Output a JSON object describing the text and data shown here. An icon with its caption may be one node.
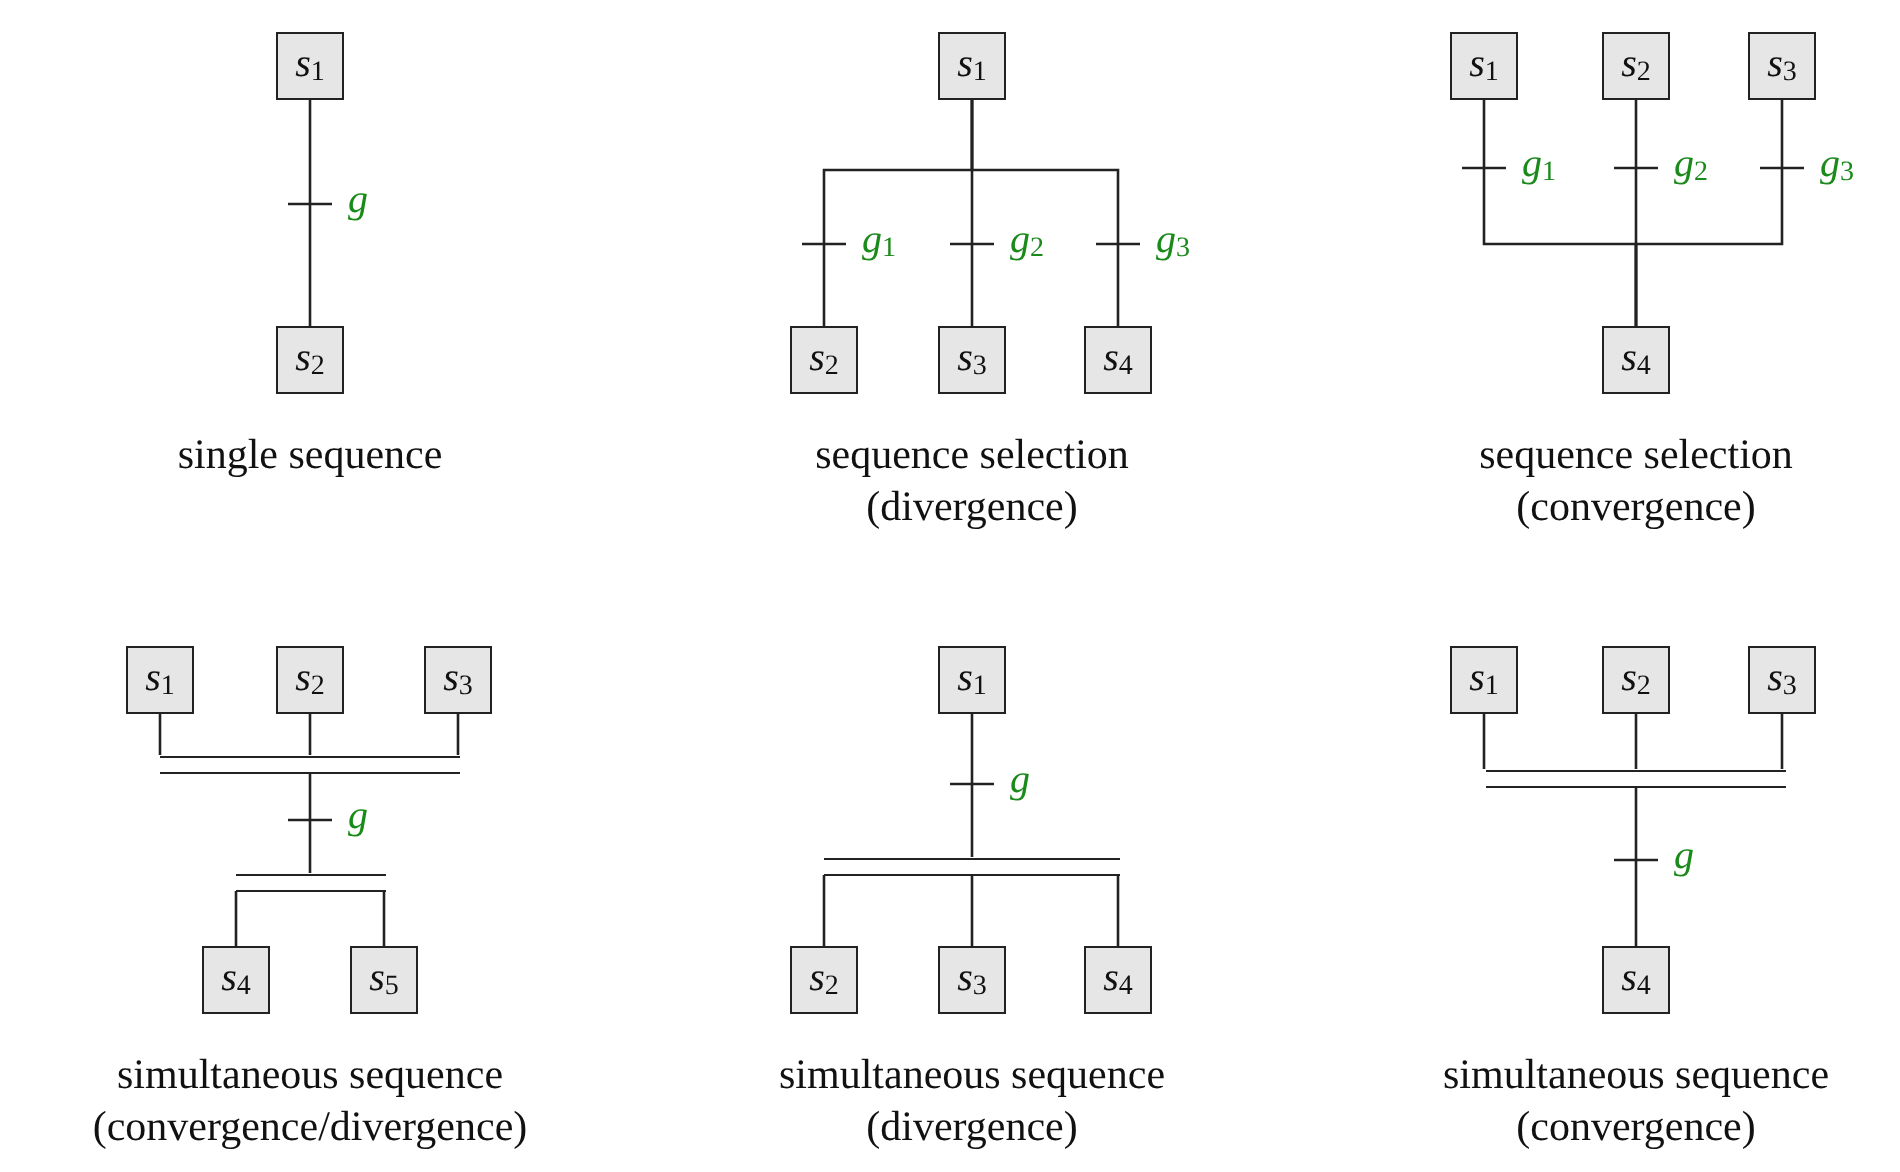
{
  "diagram": {
    "nodes": [
      {
        "text": [
          "*s*$_{1}$"
        ]
      },
      {
        "text": [
          "*s*$_{2}$"
        ]
      },
      {
        "text": [
          "*s*$_{1}$"
        ]
      },
      {
        "text": [
          "*s*$_{2}$"
        ]
      },
      {
        "text": [
          "*s*$_{3}$"
        ]
      },
      {
        "text": [
          "*s*$_{4}$"
        ]
      },
      {
        "text": [
          "*s*$_{1}$"
        ]
      },
      {
        "text": [
          "*s*$_{2}$"
        ]
      },
      {
        "text": [
          "*s*$_{3}$"
        ]
      },
      {
        "text": [
          "*s*$_{4}$"
        ]
      },
      {
        "text": [
          "*s*$_{1}$"
        ]
      },
      {
        "text": [
          "*s*$_{2}$"
        ]
      },
      {
        "text": [
          "*s*$_{3}$"
        ]
      },
      {
        "text": [],
        "shape": "bar"
      },
      {
        "text": [],
        "shape": "bar"
      },
      {
        "text": [
          "*s*$_{4}$"
        ]
      },
      {
        "text": [
          "*s*$_{5}$"
        ]
      },
      {
        "text": [
          "*s*$_{1}$"
        ]
      },
      {
        "text": [],
        "shape": "bar"
      },
      {
        "text": [
          "*s*$_{2}$"
        ]
      },
      {
        "text": [
          "*s*$_{3}$"
        ]
      },
      {
        "text": [
          "*s*$_{4}$"
        ]
      },
      {
        "text": [
          "*s*$_{1}$"
        ]
      },
      {
        "text": [
          "*s*$_{2}$"
        ]
      },
      {
        "text": [
          "*s*$_{3}$"
        ]
      },
      {
        "text": [],
        "shape": "bar"
      },
      {
        "text": [
          "*s*$_{4}$"
        ]
      }
    ],
    "edges": [
      {
        "from": 0,
        "to": 1,
        "arrow": "none",
        "label": "*g*"
      },
      {
        "from": 2,
        "to": 3,
        "arrow": "none",
        "label": "*g*$_{1}$"
      },
      {
        "from": 2,
        "to": 4,
        "arrow": "none",
        "label": "*g*$_{2}$"
      },
      {
        "from": 2,
        "to": 5,
        "arrow": "none",
        "label": "*g*$_{3}$"
      },
      {
        "from": 6,
        "to": 9,
        "arrow": "none",
        "label": "*g*$_{1}$"
      },
      {
        "from": 7,
        "to": 9,
        "arrow": "none",
        "label": "*g*$_{2}$"
      },
      {
        "from": 8,
        "to": 9,
        "arrow": "none",
        "label": "*g*$_{3}$"
      },
      {
        "from": 10,
        "to": 13,
        "arrow": "none"
      },
      {
        "from": 11,
        "to": 13,
        "arrow": "none"
      },
      {
        "from": 12,
        "to": 13,
        "arrow": "none"
      },
      {
        "from": 13,
        "to": 14,
        "arrow": "none",
        "label": "*g*"
      },
      {
        "from": 14,
        "to": 15,
        "arrow": "none"
      },
      {
        "from": 14,
        "to": 16,
        "arrow": "none"
      },
      {
        "from": 17,
        "to": 18,
        "arrow": "none",
        "label": "*g*"
      },
      {
        "from": 18,
        "to": 19,
        "arrow": "none"
      },
      {
        "from": 18,
        "to": 20,
        "arrow": "none"
      },
      {
        "from": 18,
        "to": 21,
        "arrow": "none"
      },
      {
        "from": 22,
        "to": 25,
        "arrow": "none"
      },
      {
        "from": 23,
        "to": 25,
        "arrow": "none"
      },
      {
        "from": 24,
        "to": 25,
        "arrow": "none"
      },
      {
        "from": 25,
        "to": 26,
        "arrow": "none",
        "label": "*g*"
      }
    ],
    "labels": [
      "single sequence",
      "sequence selection (divergence)",
      "sequence selection (convergence)",
      "simultaneous sequence (convergence/divergence)",
      "simultaneous sequence (divergence)",
      "simultaneous sequence (convergence)"
    ]
  }
}
